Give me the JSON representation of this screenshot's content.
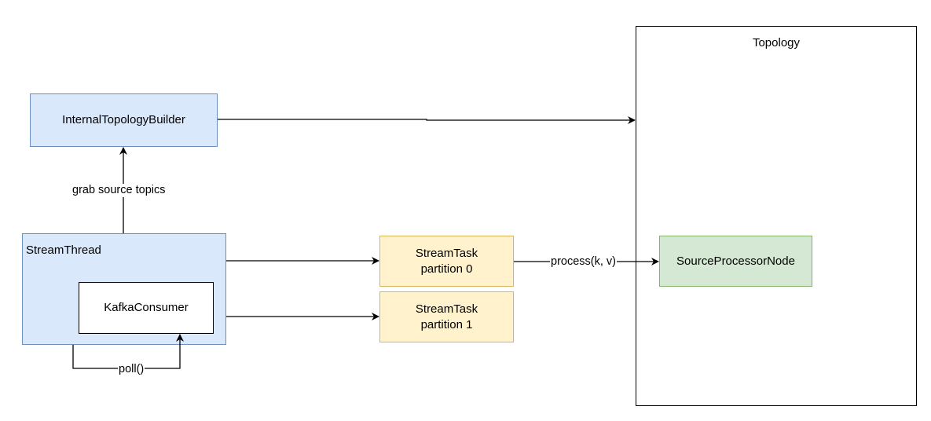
{
  "topology": {
    "label": "Topology"
  },
  "internal_topology_builder": {
    "label": "InternalTopologyBuilder"
  },
  "stream_thread": {
    "label": "StreamThread"
  },
  "kafka_consumer": {
    "label": "KafkaConsumer"
  },
  "stream_task_0": {
    "line1": "StreamTask",
    "line2": "partition 0"
  },
  "stream_task_1": {
    "line1": "StreamTask",
    "line2": "partition 1"
  },
  "source_processor_node": {
    "label": "SourceProcessorNode"
  },
  "edges": {
    "grab_source_topics": "grab source topics",
    "process": "process(k, v)",
    "poll": "poll()"
  },
  "colors": {
    "blue_fill": "#dae8fc",
    "blue_stroke": "#6c8ebf",
    "yellow_fill": "#fff2cc",
    "yellow_stroke": "#d6b656",
    "green_fill": "#d5e8d4",
    "green_stroke": "#82b366"
  }
}
